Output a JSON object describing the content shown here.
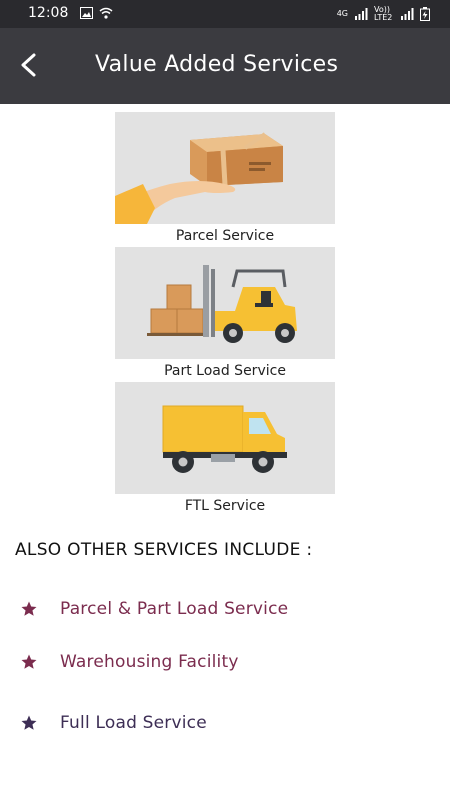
{
  "status": {
    "time": "12:08",
    "net_top": "4G",
    "volte": "Vo)) LTE2"
  },
  "appbar": {
    "title": "Value Added Services"
  },
  "services": [
    {
      "label": "Parcel Service",
      "icon": "parcel-hand-icon"
    },
    {
      "label": "Part Load Service",
      "icon": "forklift-icon"
    },
    {
      "label": "FTL Service",
      "icon": "truck-icon"
    }
  ],
  "other": {
    "heading": "ALSO OTHER SERVICES INCLUDE :",
    "items": [
      {
        "label": "Parcel & Part Load Service",
        "color": "#7b2c4e"
      },
      {
        "label": "Warehousing Facility",
        "color": "#7b2c4e"
      },
      {
        "label": "Full Load Service",
        "color": "#3d2e55"
      }
    ]
  },
  "colors": {
    "status_bar": "#2a2a2e",
    "app_bar": "#3b3b40",
    "card_bg": "#e2e2e2",
    "vehicle_yellow": "#f6c033"
  }
}
